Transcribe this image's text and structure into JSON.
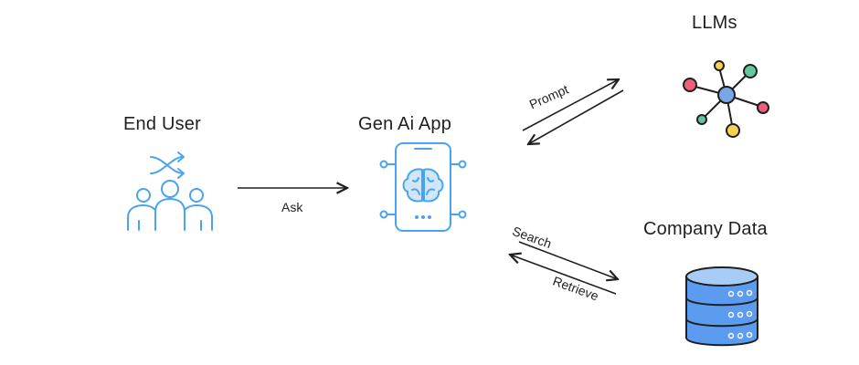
{
  "nodes": {
    "end_user": {
      "label": "End User"
    },
    "gen_ai_app": {
      "label": "Gen Ai App"
    },
    "llms": {
      "label": "LLMs"
    },
    "company_data": {
      "label": "Company Data"
    }
  },
  "edges": {
    "ask": {
      "label": "Ask"
    },
    "prompt": {
      "label": "Prompt"
    },
    "search": {
      "label": "Search"
    },
    "retrieve": {
      "label": "Retrieve"
    }
  },
  "colors": {
    "icon_blue": "#4aa3ee",
    "icon_blue_fill": "#cfe6fb",
    "db_blue": "#5b9cf0",
    "db_light": "#a9ccf7",
    "hub_blue": "#7aa6e6",
    "node_red": "#ef5f7a",
    "node_green": "#62c79c",
    "node_yellow": "#f6d154",
    "stroke_dark": "#1f1f1f"
  }
}
